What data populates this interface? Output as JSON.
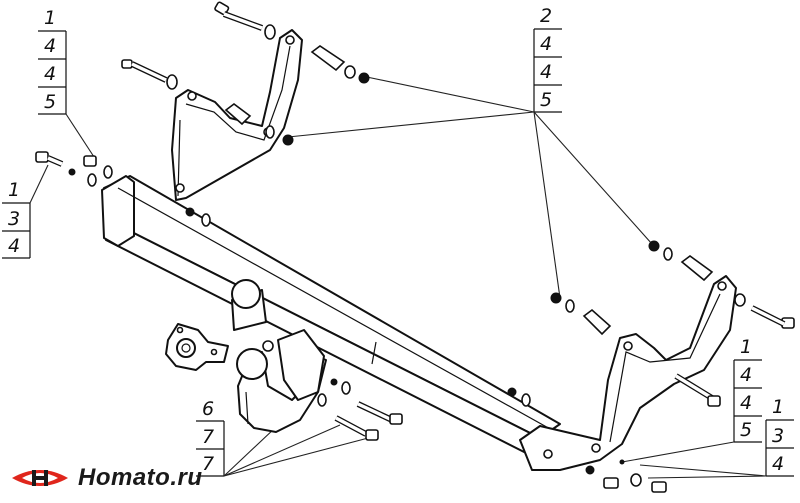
{
  "callouts": [
    {
      "id": "top-left",
      "numbers": [
        "1",
        "4",
        "4",
        "5"
      ]
    },
    {
      "id": "mid-left",
      "numbers": [
        "1",
        "3",
        "4"
      ]
    },
    {
      "id": "top-right",
      "numbers": [
        "2",
        "4",
        "4",
        "5"
      ]
    },
    {
      "id": "bottom-center",
      "numbers": [
        "6",
        "7",
        "7"
      ]
    },
    {
      "id": "right-1",
      "numbers": [
        "1",
        "4",
        "4",
        "5"
      ]
    },
    {
      "id": "right-2",
      "numbers": [
        "1",
        "3",
        "4"
      ]
    }
  ],
  "logo": {
    "text": "Homato.ru",
    "accent": "#e0261c"
  },
  "colors": {
    "line": "#111111",
    "background": "#ffffff"
  }
}
